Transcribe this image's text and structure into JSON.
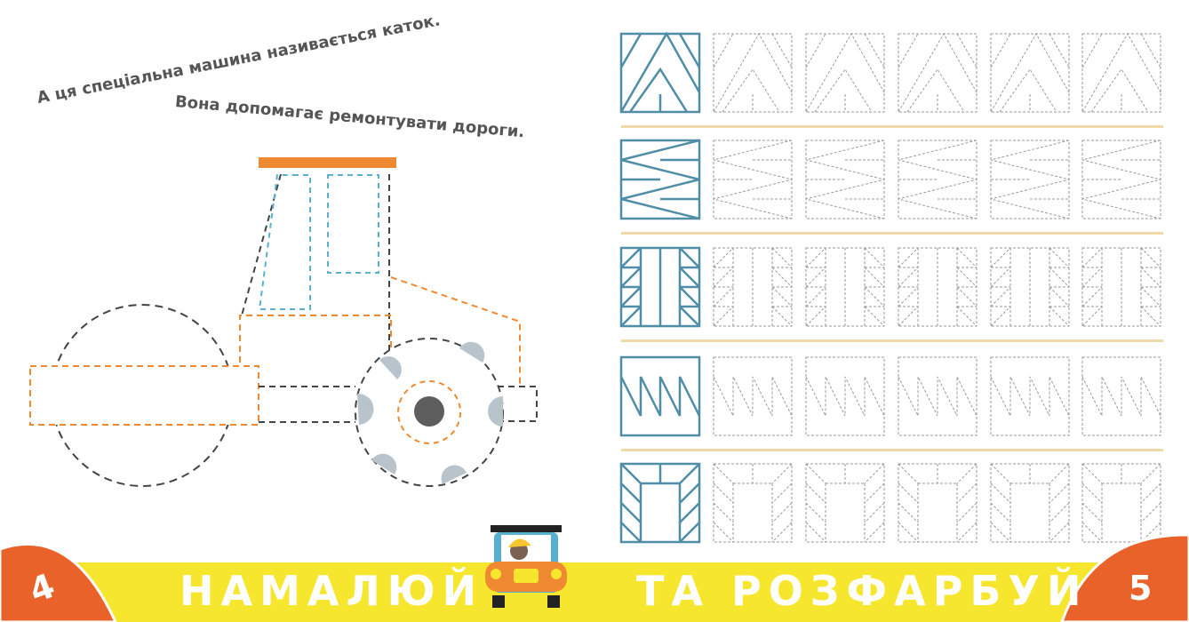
{
  "left_page": {
    "caption_line1": "А ця спеціальна машина називається каток.",
    "caption_line2": "Вона допомагає ремонтувати дороги.",
    "illustration": "road-roller-dotted-tracing",
    "page_number": "4"
  },
  "right_page": {
    "exercise": "pattern-tracing-grid",
    "rows": [
      {
        "pattern": "chevron-up-pattern",
        "sample_count": 1,
        "trace_count": 5
      },
      {
        "pattern": "zigzag-horizontal-pattern",
        "sample_count": 1,
        "trace_count": 5
      },
      {
        "pattern": "columns-triangles-pattern",
        "sample_count": 1,
        "trace_count": 5
      },
      {
        "pattern": "sawtooth-pattern",
        "sample_count": 1,
        "trace_count": 5
      },
      {
        "pattern": "frame-herringbone-pattern",
        "sample_count": 1,
        "trace_count": 5
      }
    ],
    "page_number": "5"
  },
  "banner": {
    "word1": "НАМАЛЮЙ",
    "word2": "ТА РОЗФАРБУЙ",
    "mascot": "car-with-driver-icon"
  },
  "colors": {
    "banner_yellow": "#f7e62e",
    "page_number_orange": "#e8622a",
    "sample_blue": "#4f8ea6",
    "divider_beige": "#f0d9a8",
    "roller_orange": "#f08a32",
    "window_blue": "#5ab0cf",
    "dash_dark": "#444444",
    "dash_grey": "#9a9a9a",
    "bolt_grey": "#b8c3cc"
  }
}
